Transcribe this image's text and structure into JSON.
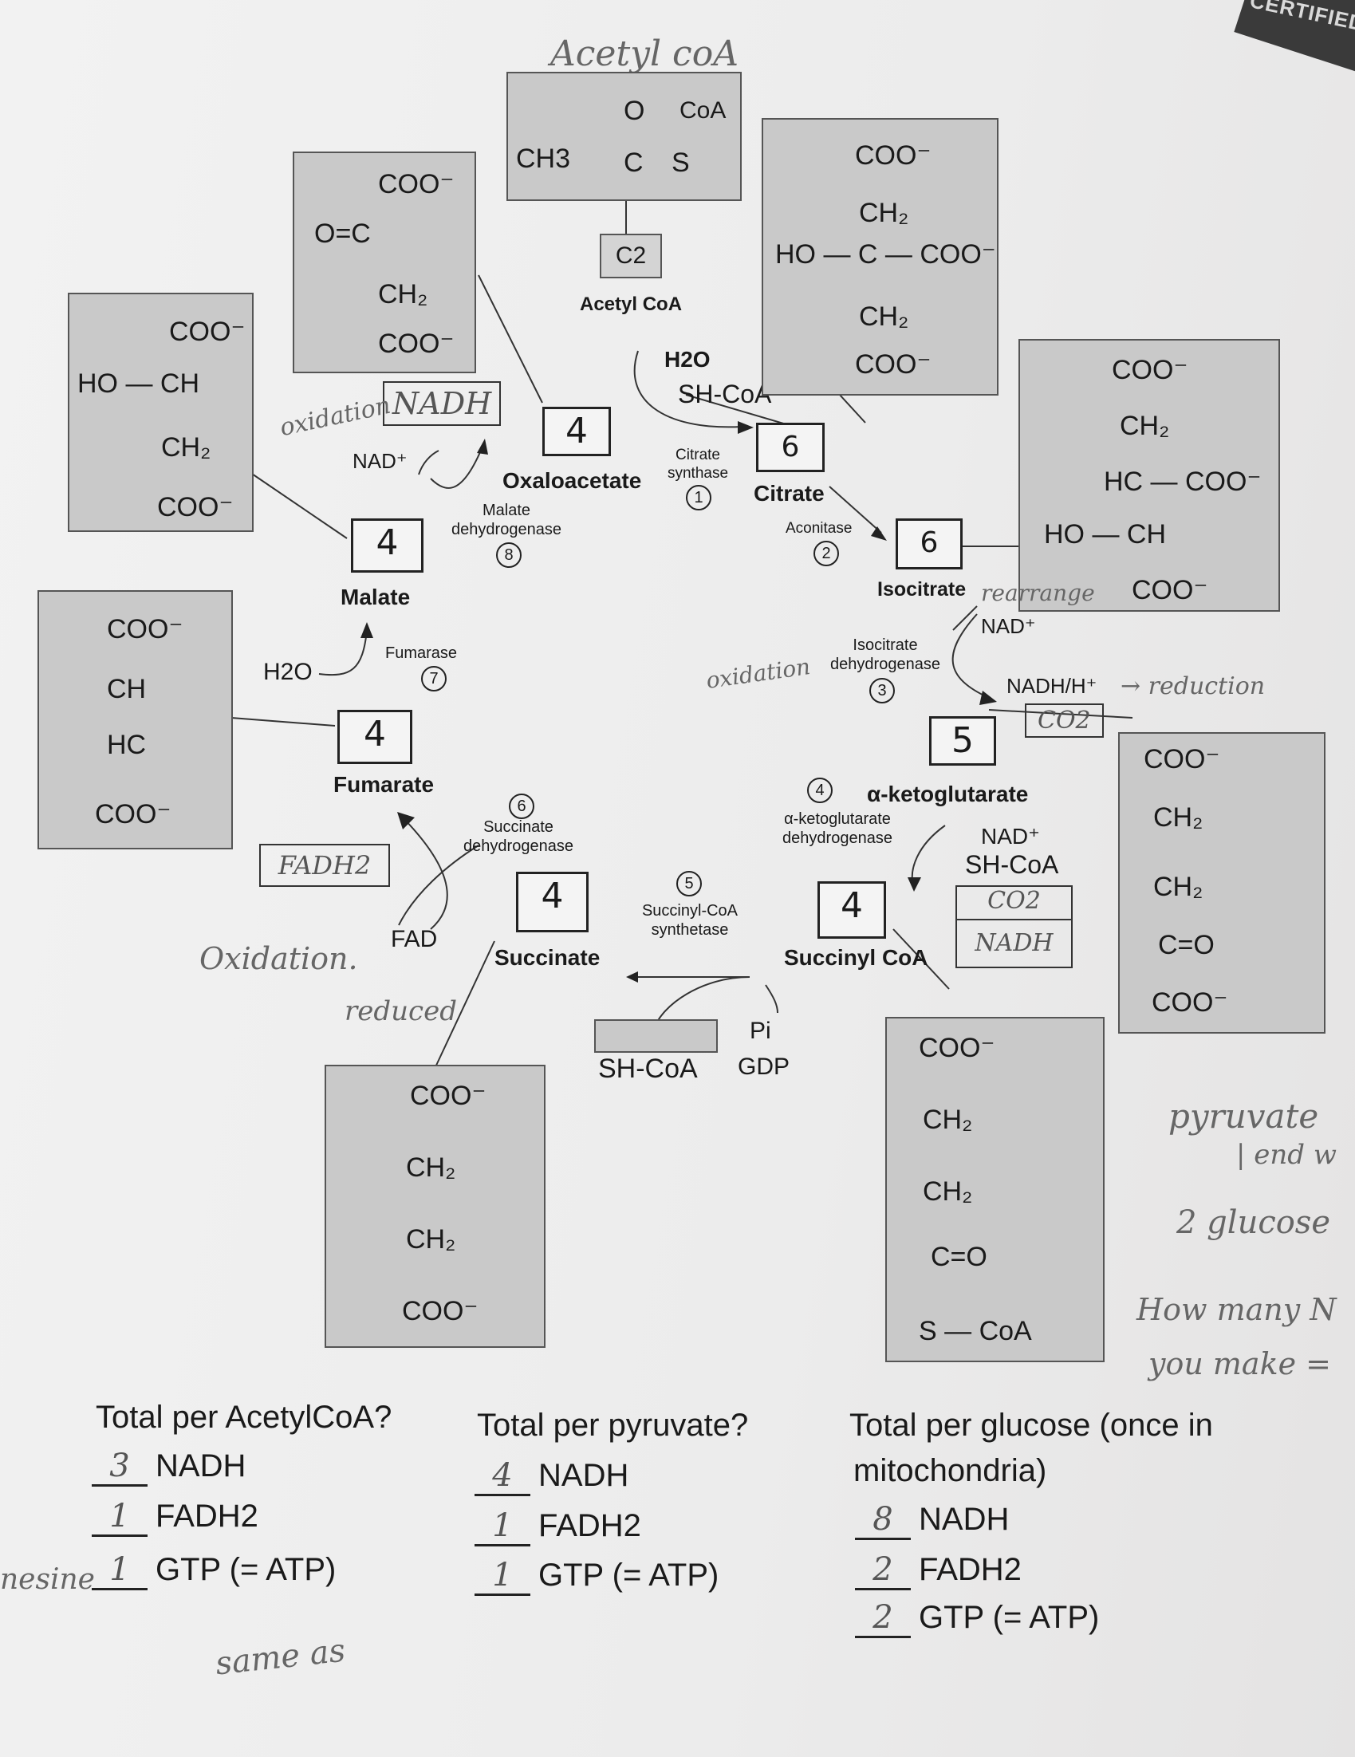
{
  "corner_label": "CERTIFIED",
  "acetyl_coa": {
    "handwritten_title": "Acetyl coA",
    "formula_left": "CH3",
    "c_label": "C",
    "o_label": "O",
    "s_label": "S",
    "coa_label": "CoA",
    "c2": "C2",
    "label": "Acetyl CoA"
  },
  "reaction": {
    "h2o": "H2O",
    "shcoa": "SH-CoA"
  },
  "compounds": {
    "oxaloacetate": "Oxaloacetate",
    "citrate": "Citrate",
    "isocitrate": "Isocitrate",
    "alpha_ketoglutarate": "α-ketoglutarate",
    "succinyl_coa": "Succinyl CoA",
    "succinate": "Succinate",
    "fumarate": "Fumarate",
    "malate": "Malate"
  },
  "enzymes": [
    {
      "num": "1",
      "name": "Citrate synthase"
    },
    {
      "num": "2",
      "name": "Aconitase"
    },
    {
      "num": "3",
      "name": "Isocitrate dehydrogenase"
    },
    {
      "num": "4",
      "name": "α-ketoglutarate dehydrogenase"
    },
    {
      "num": "5",
      "name": "Succinyl-CoA synthetase"
    },
    {
      "num": "6",
      "name": "Succinate dehydrogenase"
    },
    {
      "num": "7",
      "name": "Fumarase"
    },
    {
      "num": "8",
      "name": "Malate dehydrogenase"
    }
  ],
  "carbon_counts": {
    "oxaloacetate": "4",
    "citrate": "6",
    "isocitrate": "6",
    "alpha_ketoglutarate": "5",
    "succinyl_coa": "4",
    "succinate": "4",
    "fumarate": "4",
    "malate": "4"
  },
  "cofactors": {
    "nad_malate": "NAD⁺",
    "nadh_malate": "NADH",
    "nad_iso": "NAD⁺",
    "nadh_iso": "NADH/H⁺",
    "co2_iso": "CO2",
    "nad_akg": "NAD⁺",
    "shcoa_akg": "SH-CoA",
    "co2_akg": "CO2",
    "nadh_akg": "NADH",
    "fad": "FAD",
    "fadh2": "FADH2",
    "h2o_fum": "H2O",
    "pi": "Pi",
    "gdp": "GDP",
    "shcoa_succ": "SH-CoA"
  },
  "handwritten_notes": {
    "oxidation_malate": "oxidation",
    "oxidation_iso": "oxidation",
    "reduction_iso": "→ reduction",
    "rearrange": "rearrange",
    "oxidation_fad": "Oxidation.",
    "reduced": "reduced",
    "pyruvate_note_1": "pyruvate",
    "pyruvate_note_2": "| end w",
    "pyruvate_note_3": "2 glucose",
    "pyruvate_note_4": "How many N",
    "pyruvate_note_5": "you make =",
    "same_as": "same as",
    "margin": "nesine"
  },
  "totals": {
    "per_acetylcoa": {
      "heading": "Total per AcetylCoA?",
      "rows": [
        {
          "value": "3",
          "label": "NADH"
        },
        {
          "value": "1",
          "label": "FADH2"
        },
        {
          "value": "1",
          "label": "GTP (= ATP)"
        }
      ]
    },
    "per_pyruvate": {
      "heading": "Total per pyruvate?",
      "rows": [
        {
          "value": "4",
          "label": "NADH"
        },
        {
          "value": "1",
          "label": "FADH2"
        },
        {
          "value": "1",
          "label": "GTP (= ATP)"
        }
      ]
    },
    "per_glucose": {
      "heading": "Total per glucose (once in",
      "heading2": "mitochondria)",
      "rows": [
        {
          "value": "8",
          "label": "NADH"
        },
        {
          "value": "2",
          "label": "FADH2"
        },
        {
          "value": "2",
          "label": "GTP (= ATP)"
        }
      ]
    }
  }
}
